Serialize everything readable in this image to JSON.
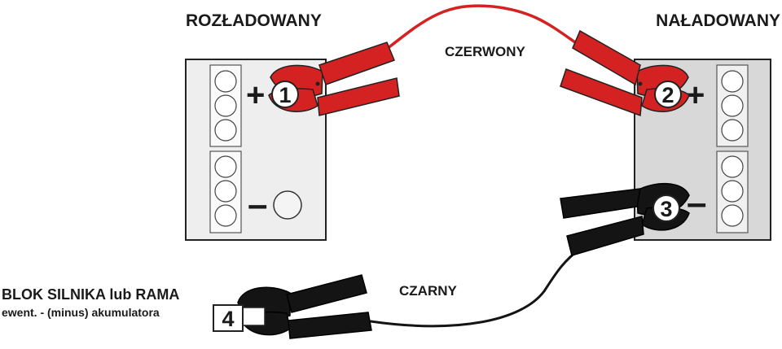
{
  "labels": {
    "discharged": "ROZŁADOWANY",
    "charged": "NAŁADOWANY",
    "red_cable": "CZERWONY",
    "black_cable": "CZARNY",
    "engine_block": "BLOK SILNIKA lub RAMA",
    "engine_block_sub": "ewent. - (minus) akumulatora"
  },
  "steps": {
    "s1": "1",
    "s2": "2",
    "s3": "3",
    "s4": "4"
  },
  "signs": {
    "plus": "+",
    "minus": "–"
  },
  "colors": {
    "red_clamp": "#d42222",
    "black_clamp": "#141414",
    "battery_left": "#eeeeee",
    "battery_right": "#d8d8d8"
  }
}
